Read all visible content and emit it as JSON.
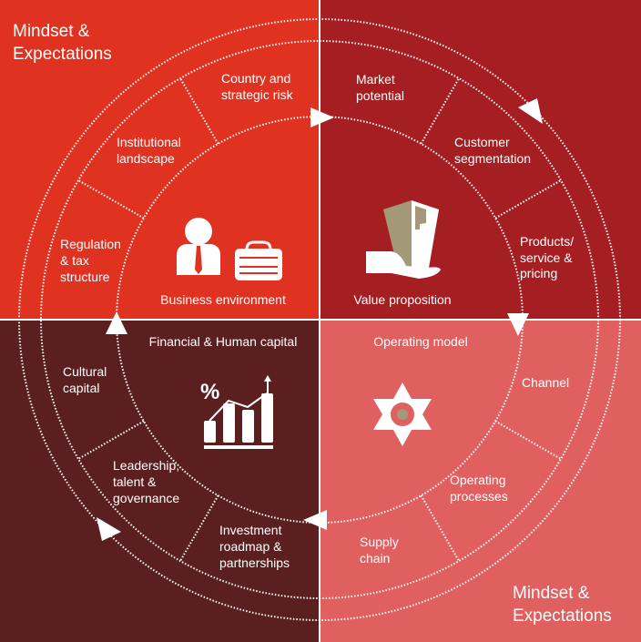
{
  "colors": {
    "business_environment": "#e03221",
    "value_proposition": "#a51e22",
    "financial_human_capital": "#5c1f1f",
    "operating_model": "#e06060",
    "icon_tan": "#a39878"
  },
  "corner_titles": {
    "top_left": [
      "Mindset &",
      "Expectations"
    ],
    "bottom_right": [
      "Mindset &",
      "Expectations"
    ]
  },
  "quadrants": {
    "business_environment": {
      "label": "Business environment",
      "icons": [
        "businessman-icon",
        "briefcase-icon"
      ],
      "segments": [
        [
          "Country and",
          "strategic risk"
        ],
        [
          "Institutional",
          "landscape"
        ],
        [
          "Regulation",
          "& tax",
          "structure"
        ]
      ]
    },
    "value_proposition": {
      "label": "Value proposition",
      "icons": [
        "hand-holding-building-icon"
      ],
      "segments": [
        [
          "Market",
          "potential"
        ],
        [
          "Customer",
          "segmentation"
        ],
        [
          "Products/",
          "service &",
          "pricing"
        ]
      ]
    },
    "operating_model": {
      "label": "Operating model",
      "icons": [
        "star-globe-icon"
      ],
      "segments": [
        [
          "Channel"
        ],
        [
          "Operating",
          "processes"
        ],
        [
          "Supply",
          "chain"
        ]
      ]
    },
    "financial_human_capital": {
      "label": "Financial & Human capital",
      "icons": [
        "growth-chart-percent-icon"
      ],
      "segments": [
        [
          "Investment",
          "roadmap &",
          "partnerships"
        ],
        [
          "Leadership,",
          "talent &",
          "governance"
        ],
        [
          "Cultural",
          "capital"
        ]
      ]
    }
  }
}
